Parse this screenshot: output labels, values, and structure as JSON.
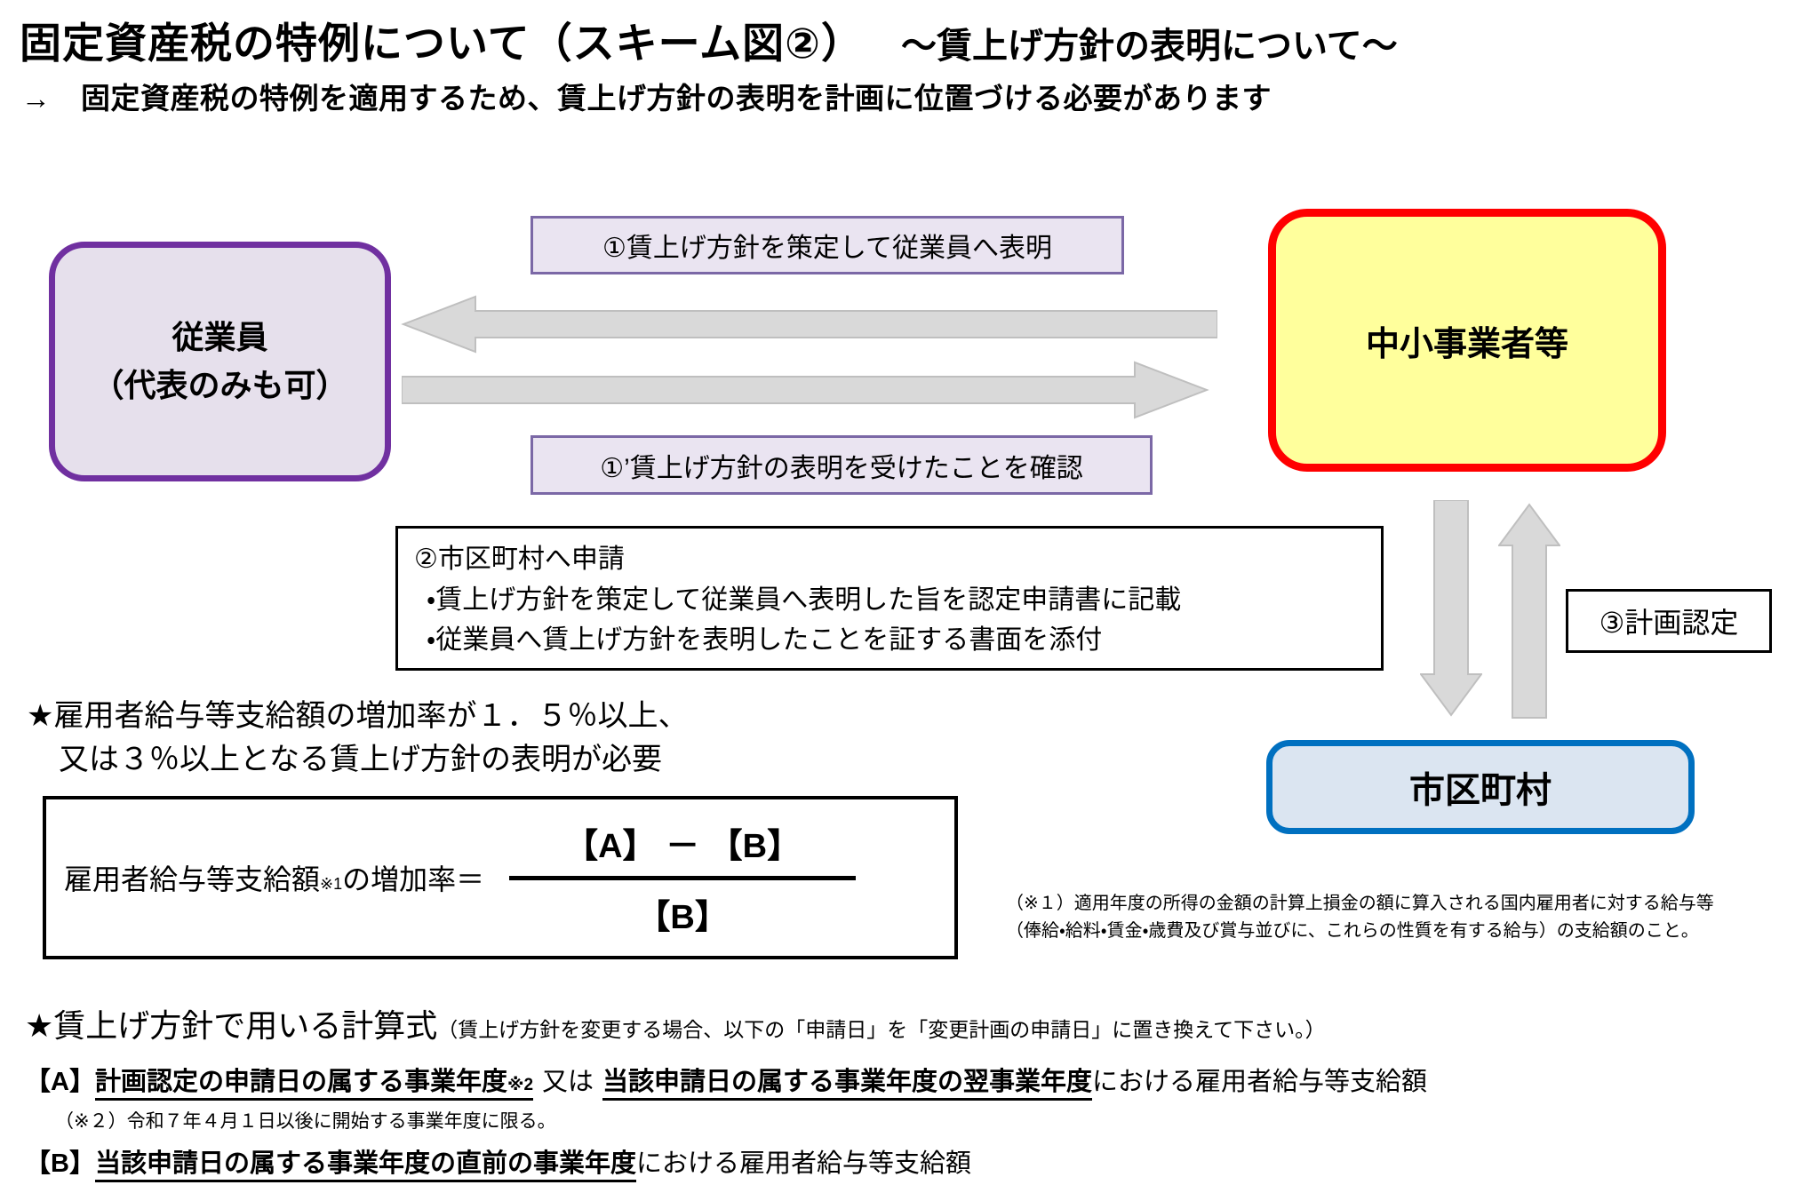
{
  "header": {
    "title_main": "固定資産税の特例について（スキーム図②）",
    "title_sub": "～賃上げ方針の表明について～",
    "lead": "→　固定資産税の特例を適用するため、賃上げ方針の表明を計画に位置づける必要があります"
  },
  "diagram": {
    "employee_box": {
      "line1": "従業員",
      "line2": "（代表のみも可）"
    },
    "company_box": {
      "label": "中小事業者等"
    },
    "municipality_box": {
      "label": "市区町村"
    },
    "step1_label": "①賃上げ方針を策定して従業員へ表明",
    "step1b_label": "①’賃上げ方針の表明を受けたことを確認",
    "step2_box": {
      "line1": "②市区町村へ申請",
      "line2": "・賃上げ方針を策定して従業員へ表明した旨を認定申請書に記載",
      "line3": "・従業員へ賃上げ方針を表明したことを証する書面を添付"
    },
    "step3_label": "③計画認定",
    "arrows": [
      {
        "name": "arrow-company-to-employee",
        "direction": "left"
      },
      {
        "name": "arrow-employee-to-company",
        "direction": "right"
      },
      {
        "name": "arrow-company-to-municipality",
        "direction": "down"
      },
      {
        "name": "arrow-municipality-to-company",
        "direction": "up"
      }
    ]
  },
  "requirement": {
    "line1": "★雇用者給与等支給額の増加率が１．５％以上、",
    "line2": "又は３％以上となる賃上げ方針の表明が必要"
  },
  "formula": {
    "lhs_main": "雇用者給与等支給額",
    "lhs_ref": "※1",
    "lhs_rest": "の増加率＝",
    "numerator": "【A】 － 【B】",
    "denominator": "【B】"
  },
  "note1": {
    "line1": "（※１）適用年度の所得の金額の計算上損金の額に算入される国内雇用者に対する給与等",
    "line2": "（俸給・給料・賃金・歳費及び賞与並びに、これらの性質を有する給与）の支給額のこと。"
  },
  "calc_section": {
    "heading_main": "★賃上げ方針で用いる計算式",
    "heading_note": "（賃上げ方針を変更する場合、以下の「申請日」を「変更計画の申請日」に置き換えて下さい。）",
    "line_a": {
      "prefix": "【A】",
      "u1": "計画認定の申請日の属する事業年度",
      "ref": "※2",
      "mid": "又は",
      "u2": "当該申請日の属する事業年度の翌事業年度",
      "suffix": "における雇用者給与等支給額"
    },
    "note2": "（※２）令和７年４月１日以後に開始する事業年度に限る。",
    "line_b": {
      "prefix": "【B】",
      "u1": "当該申請日の属する事業年度の直前の事業年度",
      "suffix": "における雇用者給与等支給額"
    }
  },
  "colors": {
    "purple": "#7030A0",
    "lavender": "#E6E0EC",
    "red": "#FF0000",
    "yellow": "#FFFF9C",
    "blue": "#0070C0",
    "lightblue": "#DBE5F1",
    "gray": "#D9D9D9",
    "grayline": "#BFBFBF"
  }
}
